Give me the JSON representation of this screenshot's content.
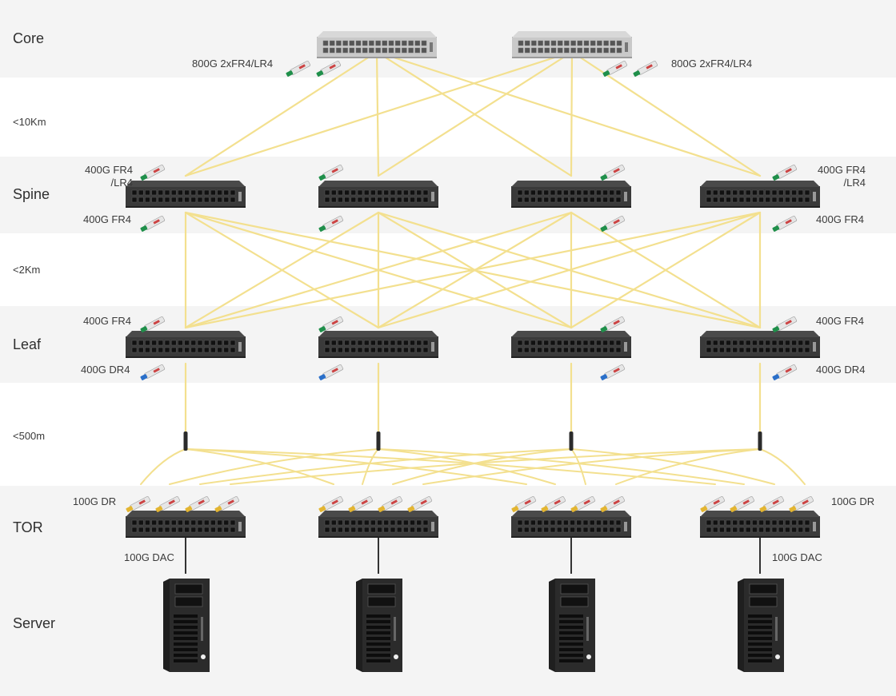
{
  "tiers": {
    "core": "Core",
    "spine": "Spine",
    "leaf": "Leaf",
    "tor": "TOR",
    "server": "Server"
  },
  "distances": {
    "core_spine": "<10Km",
    "spine_leaf": "<2Km",
    "leaf_tor": "<500m"
  },
  "transceivers": {
    "core_left": "800G 2xFR4/LR4",
    "core_right": "800G 2xFR4/LR4",
    "spine_up_left_1": "400G FR4",
    "spine_up_left_2": "/LR4",
    "spine_up_right_1": "400G FR4",
    "spine_up_right_2": "/LR4",
    "spine_down_left": "400G FR4",
    "spine_down_right": "400G FR4",
    "leaf_up_left": "400G FR4",
    "leaf_up_right": "400G FR4",
    "leaf_down_left": "400G DR4",
    "leaf_down_right": "400G DR4",
    "tor_left": "100G DR",
    "tor_right": "100G DR"
  },
  "cables": {
    "dac_left": "100G DAC",
    "dac_right": "100G DAC"
  },
  "colors": {
    "fiber": "#f3e08f",
    "switch": "#3a3a3a",
    "core_switch": "#c9c9c9",
    "band": "#f4f4f4",
    "module_green": "#1f8f4a",
    "module_blue": "#2a6fc9",
    "module_yellow": "#e3b531"
  }
}
